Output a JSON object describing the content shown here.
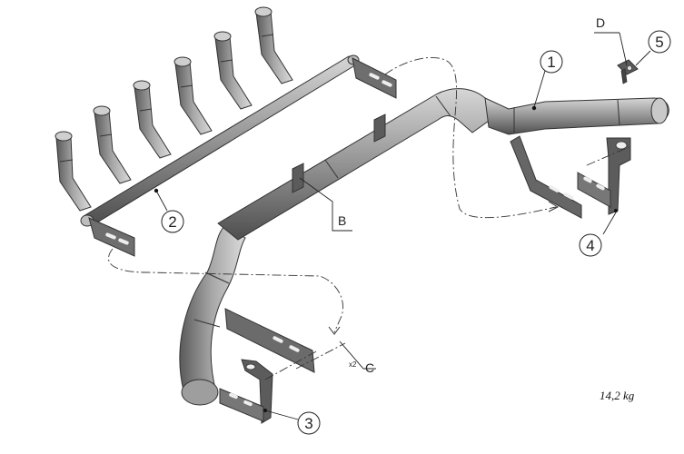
{
  "callouts": {
    "c1": "1",
    "c2": "2",
    "c3": "3",
    "c4": "4",
    "c5": "5"
  },
  "references": {
    "B": "B",
    "C": "C",
    "D": "D",
    "qty": "x2"
  },
  "weight": "14,2 kg",
  "colors": {
    "tube_dark": "#4a4a4a",
    "tube_mid": "#8c8c8c",
    "tube_light": "#c8c8c8",
    "line": "#222222"
  }
}
